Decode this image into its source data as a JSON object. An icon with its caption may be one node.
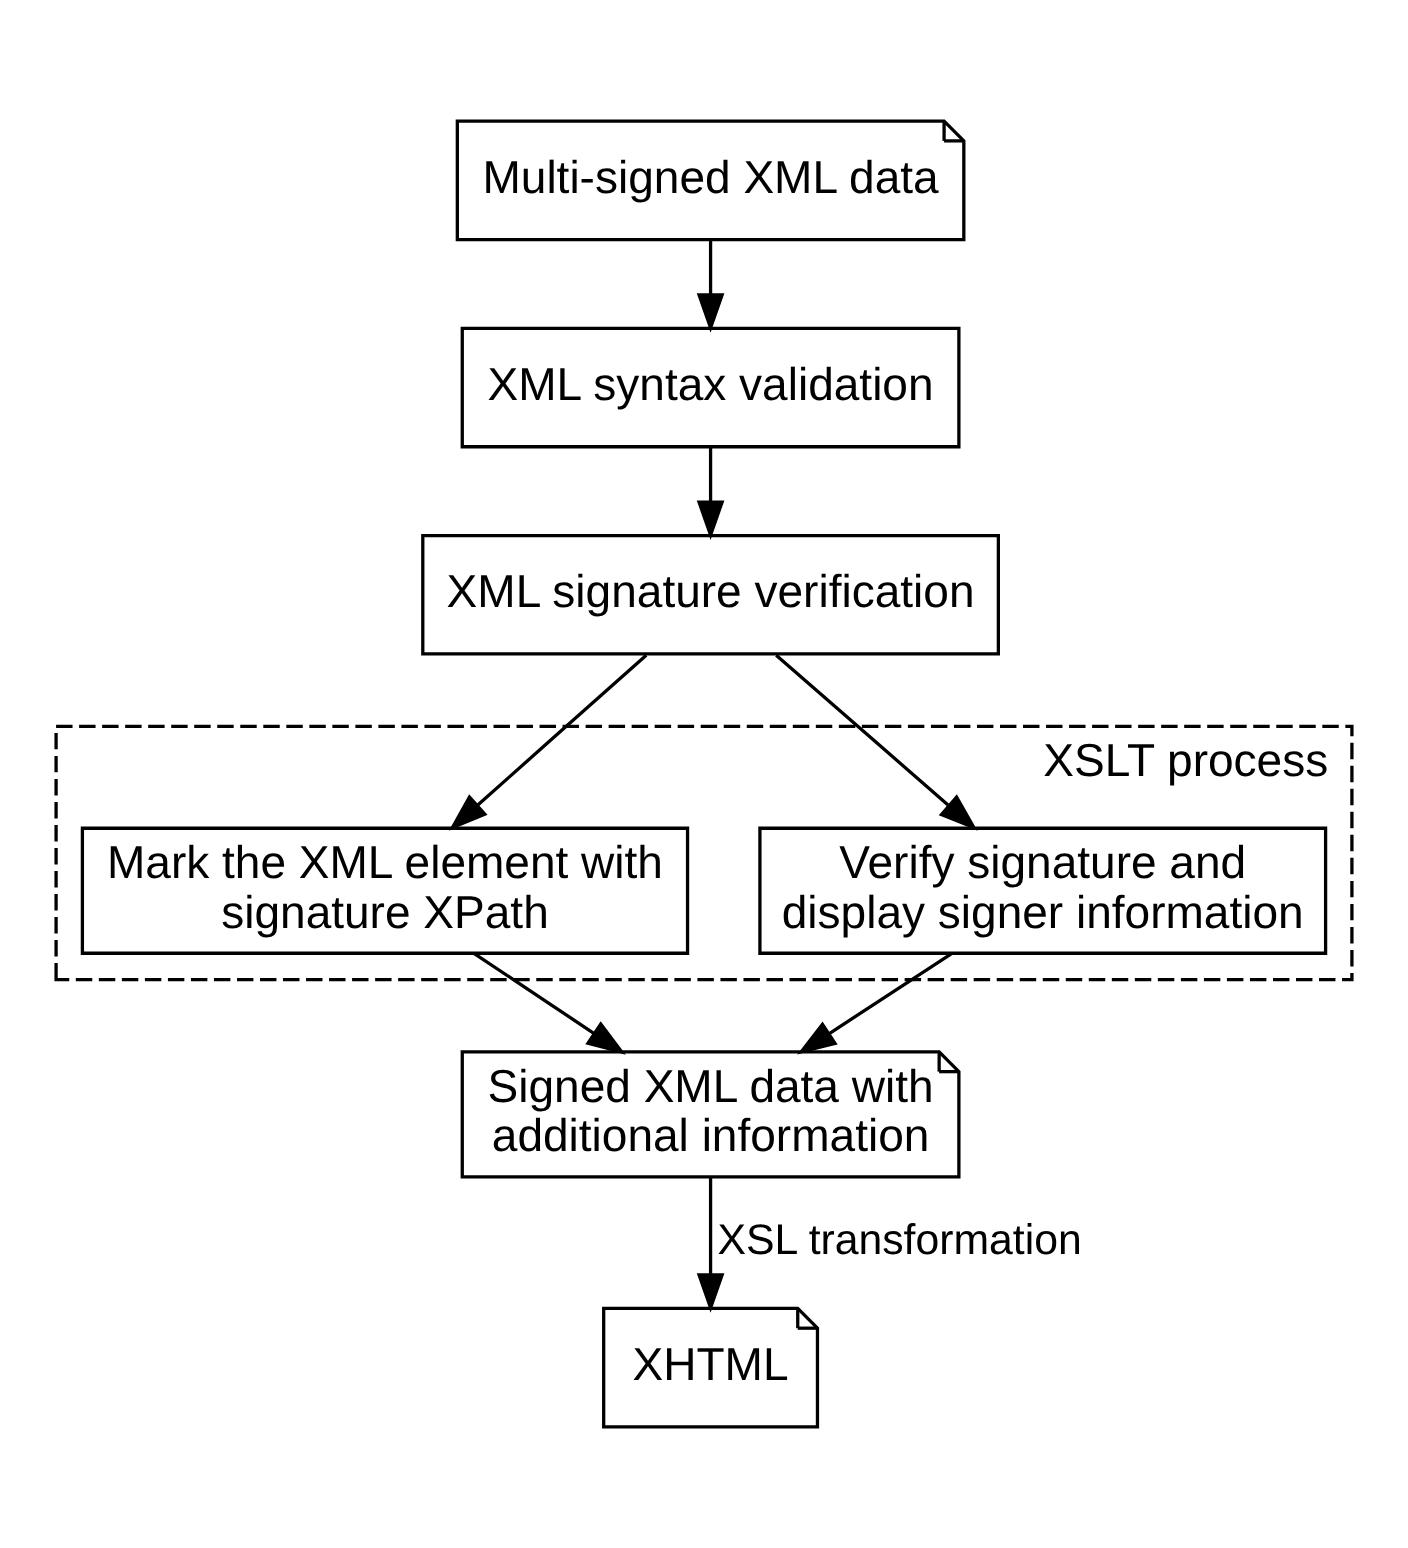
{
  "diagram": {
    "nodes": [
      {
        "text": [
          "Multi-signed XML data"
        ]
      },
      {
        "text": [
          "XML syntax validation"
        ]
      },
      {
        "text": [
          "XML signature verification"
        ]
      },
      {
        "text": [
          "XSLT process"
        ]
      },
      {
        "text": [
          "Mark the XML element with signature XPath"
        ],
        "in": 3
      },
      {
        "text": [
          "Verify signature and display signer information"
        ],
        "in": 3
      },
      {
        "text": [
          "Signed XML data with additional information"
        ]
      },
      {
        "text": [
          "XHTML"
        ]
      }
    ],
    "edges": [
      {
        "from": 0,
        "to": 1,
        "arrow": "to"
      },
      {
        "from": 1,
        "to": 2,
        "arrow": "to"
      },
      {
        "from": 2,
        "to": 4,
        "arrow": "to"
      },
      {
        "from": 2,
        "to": 5,
        "arrow": "to"
      },
      {
        "from": 4,
        "to": 6,
        "arrow": "to"
      },
      {
        "from": 5,
        "to": 6,
        "arrow": "to"
      },
      {
        "from": 6,
        "to": 7,
        "arrow": "to",
        "label": "XSL transformation"
      }
    ]
  }
}
